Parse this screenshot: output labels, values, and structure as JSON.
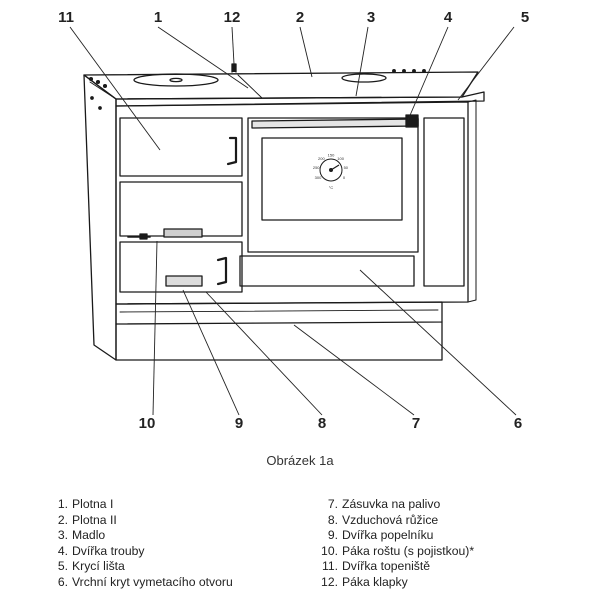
{
  "figure": {
    "caption": "Obrázek 1a",
    "callouts": [
      "11",
      "1",
      "12",
      "2",
      "3",
      "4",
      "5",
      "10",
      "9",
      "8",
      "7",
      "6"
    ],
    "oven_dial": {
      "marks": [
        "300",
        "250",
        "200",
        "150",
        "100",
        "50",
        "0",
        "°C"
      ]
    }
  },
  "legend": {
    "left": [
      {
        "num": "1.",
        "text": "Plotna I"
      },
      {
        "num": "2.",
        "text": "Plotna II"
      },
      {
        "num": "3.",
        "text": "Madlo"
      },
      {
        "num": "4.",
        "text": "Dvířka trouby"
      },
      {
        "num": "5.",
        "text": "Krycí lišta"
      },
      {
        "num": "6.",
        "text": "Vrchní kryt vymetacího otvoru"
      }
    ],
    "right": [
      {
        "num": "7.",
        "text": "Zásuvka na palivo"
      },
      {
        "num": "8.",
        "text": "Vzduchová růžice"
      },
      {
        "num": "9.",
        "text": "Dvířka popelníku"
      },
      {
        "num": "10.",
        "text": "Páka roštu (s pojistkou)*"
      },
      {
        "num": "11.",
        "text": "Dvířka topeniště"
      },
      {
        "num": "12.",
        "text": "Páka klapky"
      }
    ]
  }
}
